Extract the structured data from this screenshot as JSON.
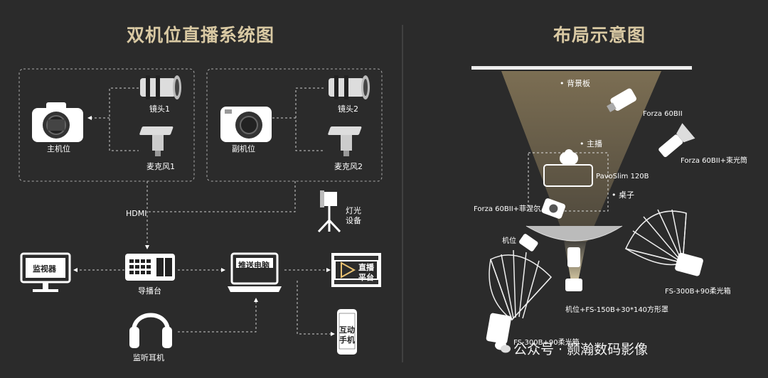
{
  "left": {
    "title": "双机位直播系统图",
    "main_camera": "主机位",
    "lens1": "镜头1",
    "mic1": "麦克风1",
    "second_camera": "副机位",
    "lens2": "镜头2",
    "mic2": "麦克风2",
    "hdmi": "HDMI",
    "light_line1": "灯光",
    "light_line2": "设备",
    "monitor": "监视器",
    "switcher": "导播台",
    "stream_pc": "推送电脑",
    "platform_line1": "直播",
    "platform_line2": "平台",
    "phone_line1": "互动",
    "phone_line2": "手机",
    "headphones": "监听耳机"
  },
  "right": {
    "title": "布局示意图",
    "backdrop": "• 背景板",
    "light1": "Forza 60BII",
    "light2": "Forza 60BII+束光筒",
    "host": "• 主播",
    "panel": "PavoSlim 120B",
    "desk": "• 桌子",
    "light3": "Forza 60BII+菲涅尔",
    "camera_pos": "机位",
    "light4": "FS-300B+90柔光箱",
    "light5": "机位+FS-150B+30*140方形罩",
    "light6": "FS-300B+90柔光箱"
  },
  "watermark": "公众号 · 颢瀚数码影像",
  "colors": {
    "background": "#2b2b2b",
    "title": "#d9c9a3",
    "line": "#ffffff",
    "beam": "#8a7a5a"
  }
}
